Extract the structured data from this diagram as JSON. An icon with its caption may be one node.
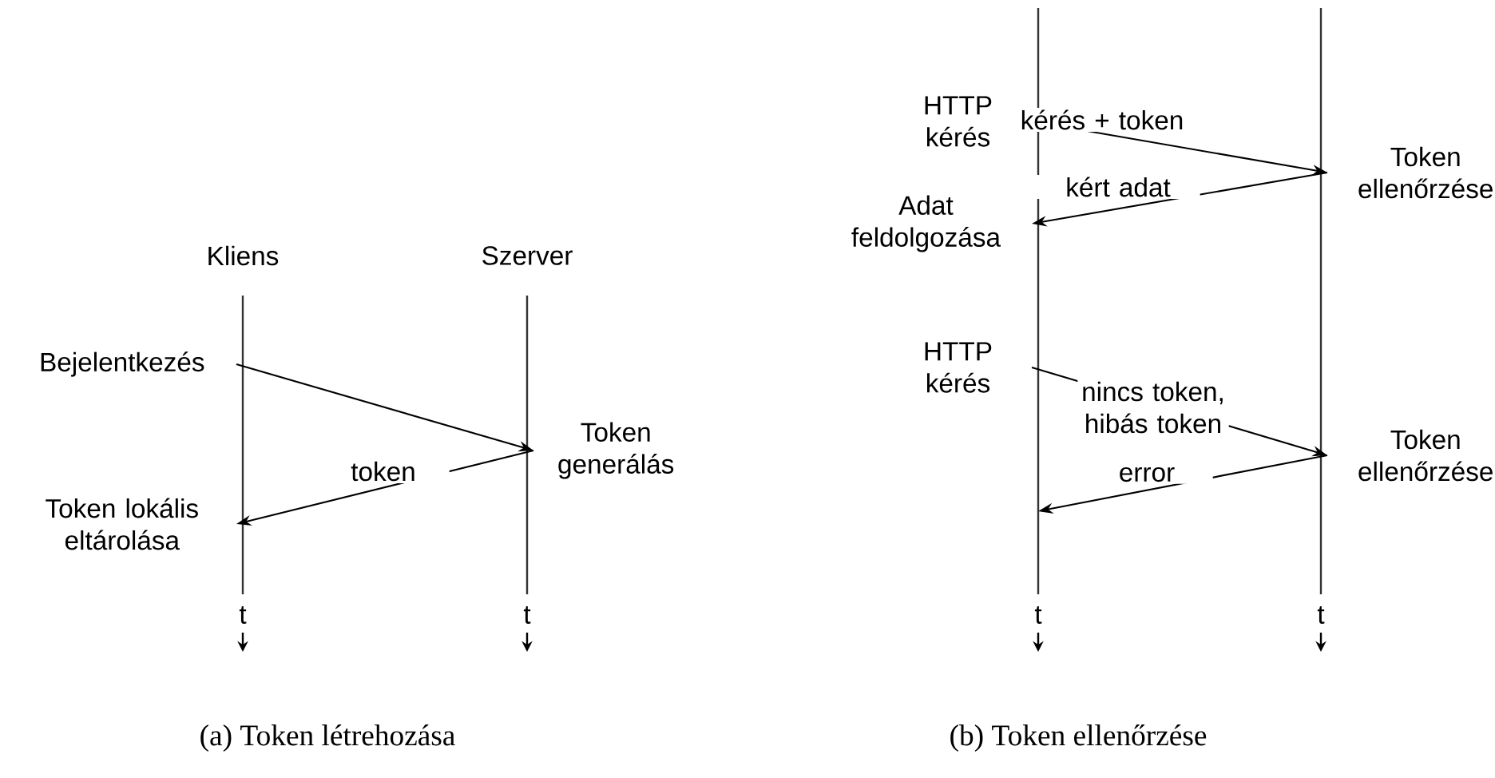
{
  "diagram": {
    "nodes": [
      {
        "text": [
          "Bejelentkezés"
        ]
      },
      {
        "text": [
          "Token generálás"
        ]
      },
      {
        "text": [
          "Token lokális eltárolása"
        ]
      },
      {
        "text": [
          "HTTP kérés"
        ]
      },
      {
        "text": [
          "Token ellenőrzése"
        ]
      },
      {
        "text": [
          "Adat feldolgozása"
        ]
      },
      {
        "text": [
          "HTTP kérés"
        ]
      },
      {
        "text": [
          "Token ellenőrzése"
        ]
      }
    ],
    "edges": [
      {
        "from": 0,
        "to": 1,
        "arrow": "to"
      },
      {
        "from": 1,
        "to": 2,
        "arrow": "to",
        "label": "token"
      },
      {
        "from": 3,
        "to": 4,
        "arrow": "to",
        "label": "kérés + token"
      },
      {
        "from": 4,
        "to": 5,
        "arrow": "to",
        "label": "kért adat"
      },
      {
        "from": 6,
        "to": 7,
        "arrow": "to",
        "label": "nincs token, hibás token"
      },
      {
        "from": 7,
        "to": null,
        "arrow": "to",
        "label": "error"
      }
    ],
    "labels": [
      "Kliens",
      "Szerver",
      "t",
      "t",
      "t",
      "t",
      "(a) Token létrehozása",
      "(b) Token ellenőrzése"
    ]
  }
}
